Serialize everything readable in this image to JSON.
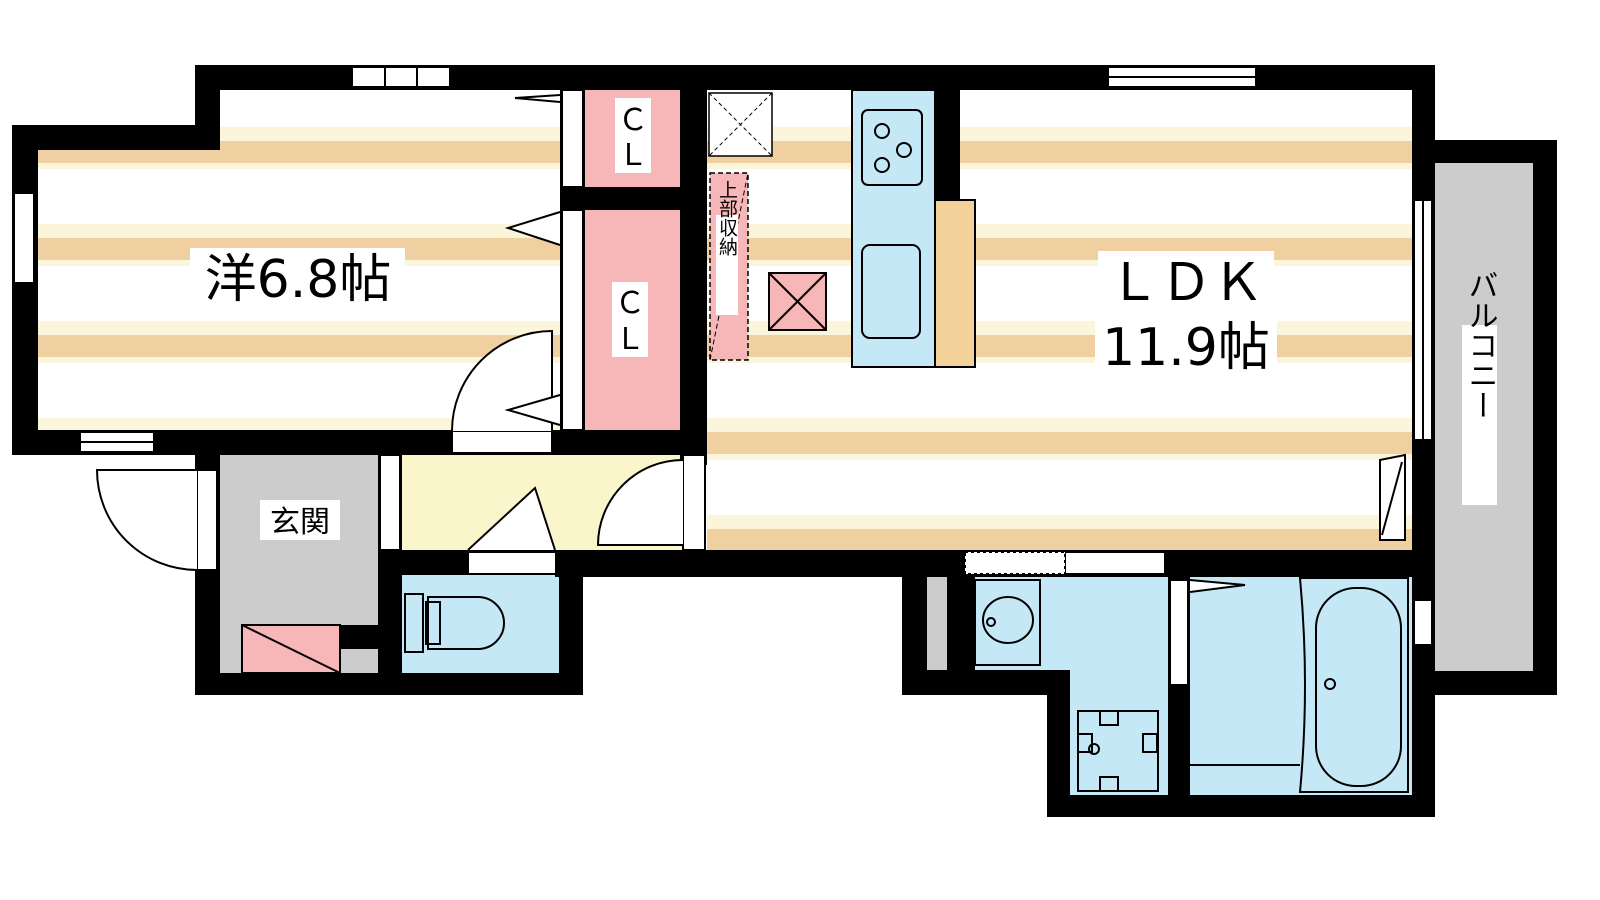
{
  "floor_plan": {
    "rooms": [
      {
        "id": "western-room",
        "name": "洋6.8帖"
      },
      {
        "id": "ldk",
        "name": "ＬＤＫ",
        "size": "11.9帖"
      },
      {
        "id": "entrance",
        "name": "玄関"
      },
      {
        "id": "balcony",
        "name": "バルコニー"
      }
    ],
    "closets": [
      {
        "label_line1": "Ｃ",
        "label_line2": "Ｌ"
      },
      {
        "label_line1": "Ｃ",
        "label_line2": "Ｌ"
      }
    ],
    "upper_storage": {
      "label": "上部収納"
    }
  },
  "colors": {
    "wall": "#000000",
    "floor_stripe": "#f0cfa0",
    "floor_light": "#fbf5dc",
    "closet": "#f7b7b8",
    "wet_area": "#c5e8f6",
    "entrance": "#cccccc",
    "hallway": "#fbf5cc",
    "counter": "#f3d29a",
    "balcony": "#cccccc"
  }
}
